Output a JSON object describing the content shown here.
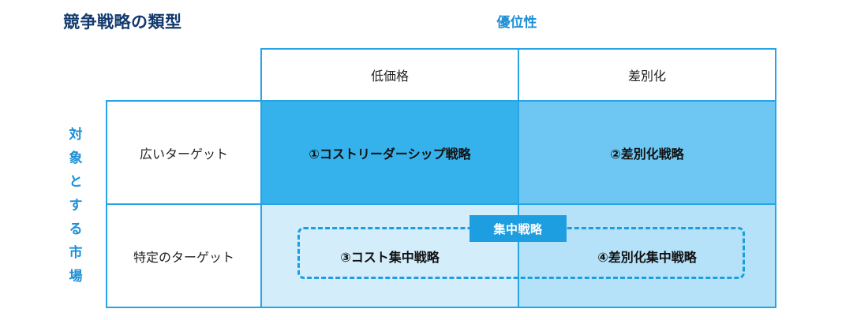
{
  "title": "競争戦略の類型",
  "axes": {
    "x_label": "優位性",
    "y_label": "対象とする市場"
  },
  "columns": [
    "低価格",
    "差別化"
  ],
  "rows": [
    "広いターゲット",
    "特定のターゲット"
  ],
  "cells": {
    "r1c1": "①コストリーダーシップ戦略",
    "r1c2": "②差別化戦略",
    "r2c1": "③コスト集中戦略",
    "r2c2": "④差別化集中戦略"
  },
  "focus_group": {
    "label": "集中戦略"
  },
  "colors": {
    "title": "#123a6e",
    "accent": "#1d9ee0",
    "q1": "#35b2ec",
    "q2": "#6ec7f2",
    "q3": "#d3edfb",
    "q4": "#b5e2f8"
  }
}
